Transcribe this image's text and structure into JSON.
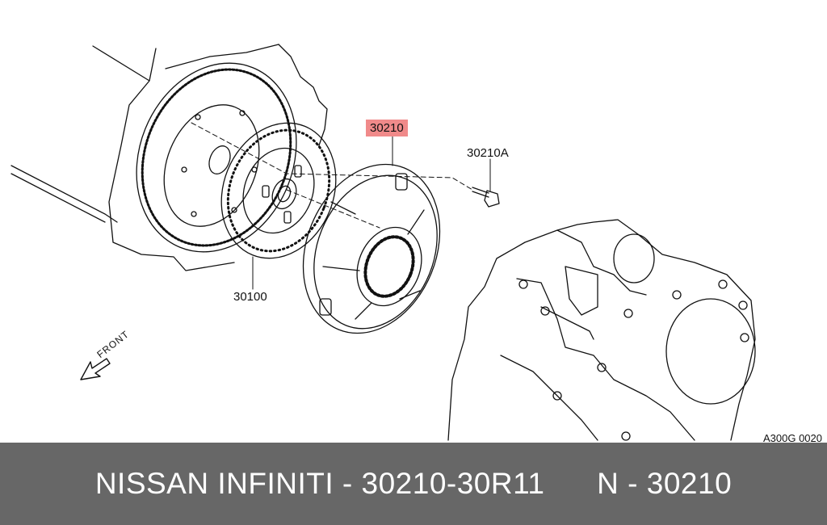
{
  "diagram": {
    "callouts": {
      "pressure_plate": "30210",
      "bolt": "30210A",
      "clutch_disc": "30100"
    },
    "direction_label": "FRONT",
    "figure_code": "A300G 0020",
    "highlight_color": "#f08a8a"
  },
  "banner": {
    "text": "NISSAN INFINITI - 30210-30R11      N - 30210",
    "background": "#676767",
    "text_color": "#ffffff"
  }
}
